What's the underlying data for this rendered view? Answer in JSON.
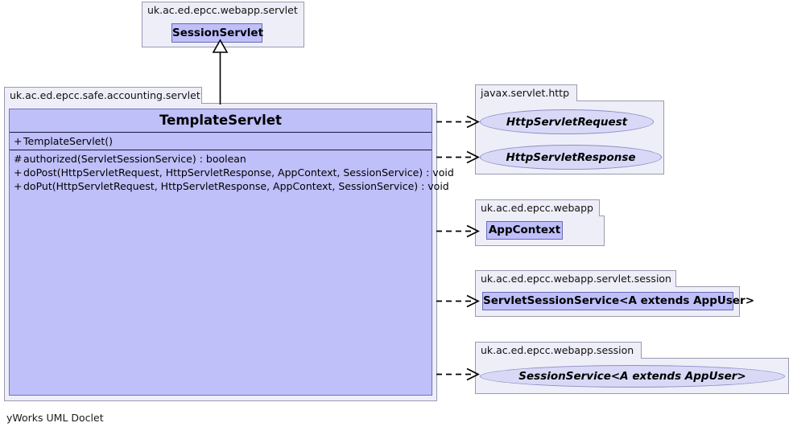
{
  "diagram": {
    "type": "uml-class-diagram",
    "footer": "yWorks UML Doclet",
    "colors": {
      "class_fill": "#bfbffa",
      "class_border": "#6a6ab4",
      "package_fill": "#eeeef9",
      "package_border": "#9a9ab0",
      "interface_fill": "#d9d9f7",
      "interface_border": "#8e8ec4",
      "edge": "#000000",
      "background": "#ffffff"
    }
  },
  "packages": {
    "webapp_servlet": {
      "name": "uk.ac.ed.epcc.webapp.servlet",
      "classes": [
        {
          "name": "SessionServlet",
          "stereotype": "class"
        }
      ]
    },
    "safe_accounting_servlet": {
      "name": "uk.ac.ed.epcc.safe.accounting.servlet",
      "main_class": {
        "name": "TemplateServlet",
        "constructors": [
          {
            "visibility": "+",
            "signature": "TemplateServlet()"
          }
        ],
        "methods": [
          {
            "visibility": "#",
            "signature": "authorized(ServletSessionService) : boolean"
          },
          {
            "visibility": "+",
            "signature": "doPost(HttpServletRequest, HttpServletResponse, AppContext, SessionService) : void"
          },
          {
            "visibility": "+",
            "signature": "doPut(HttpServletRequest, HttpServletResponse, AppContext, SessionService) : void"
          }
        ]
      }
    },
    "javax_servlet_http": {
      "name": "javax.servlet.http",
      "interfaces": [
        {
          "name": "HttpServletRequest"
        },
        {
          "name": "HttpServletResponse"
        }
      ]
    },
    "webapp": {
      "name": "uk.ac.ed.epcc.webapp",
      "classes": [
        {
          "name": "AppContext",
          "stereotype": "class"
        }
      ]
    },
    "webapp_servlet_session": {
      "name": "uk.ac.ed.epcc.webapp.servlet.session",
      "classes": [
        {
          "name": "ServletSessionService<A extends AppUser>",
          "stereotype": "class"
        }
      ]
    },
    "webapp_session": {
      "name": "uk.ac.ed.epcc.webapp.session",
      "interfaces": [
        {
          "name": "SessionService<A extends AppUser>"
        }
      ]
    }
  },
  "relationships": [
    {
      "kind": "generalization",
      "from": "TemplateServlet",
      "to": "SessionServlet"
    },
    {
      "kind": "dependency",
      "from": "TemplateServlet",
      "to": "HttpServletRequest"
    },
    {
      "kind": "dependency",
      "from": "TemplateServlet",
      "to": "HttpServletResponse"
    },
    {
      "kind": "dependency",
      "from": "TemplateServlet",
      "to": "AppContext"
    },
    {
      "kind": "dependency",
      "from": "TemplateServlet",
      "to": "ServletSessionService<A extends AppUser>"
    },
    {
      "kind": "dependency",
      "from": "TemplateServlet",
      "to": "SessionService<A extends AppUser>"
    }
  ]
}
